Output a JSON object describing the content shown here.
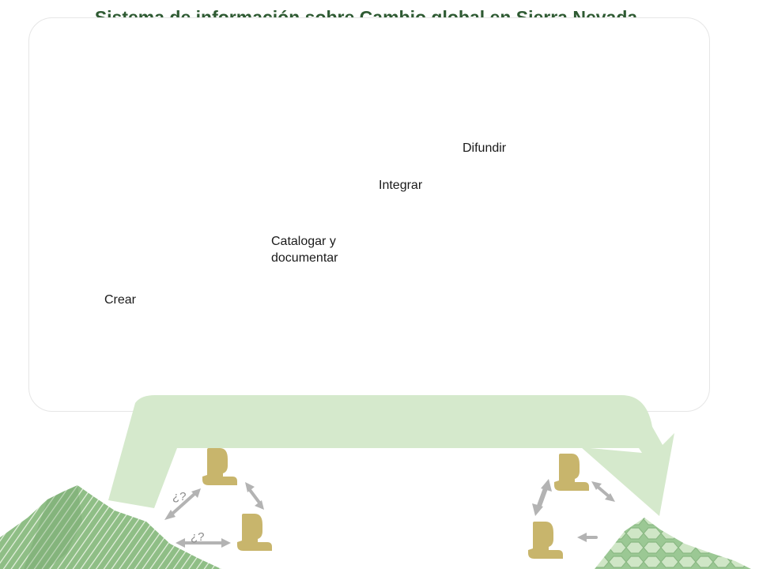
{
  "title": "Sistema de información sobre Cambio global en Sierra Nevada",
  "steps": {
    "crear": "Crear",
    "catalogar_line1": "Catalogar y",
    "catalogar_line2": "documentar",
    "integrar": "Integrar",
    "difundir": "Difundir"
  },
  "question_marks": [
    "¿?",
    "¿?"
  ],
  "colors": {
    "title": "#2e5a32",
    "flow_arrow": "#d5e9cc",
    "person": "#c8b56c",
    "connector_arrow": "#b3b3b3",
    "mountain_green": "#7fb07a"
  },
  "icons": [
    "flow-arrow-icon",
    "person-icon",
    "double-arrow-icon",
    "mountain-icon"
  ]
}
